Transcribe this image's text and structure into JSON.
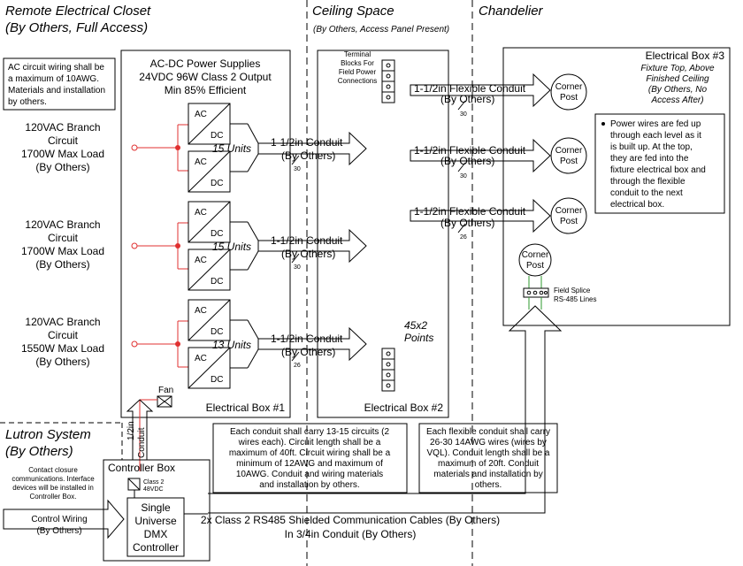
{
  "zones": {
    "remote": [
      "Remote Electrical Closet",
      "(By Others, Full Access)"
    ],
    "ceiling": "Ceiling Space",
    "ceiling_sub": "(By Others, Access Panel Present)",
    "chandelier": "Chandelier",
    "lutron": [
      "Lutron System",
      "(By Others)"
    ]
  },
  "note_ac": [
    "AC circuit wiring shall be",
    "a maximum of 10AWG.",
    "Materials and installation",
    "by others."
  ],
  "psu_title": [
    "AC-DC Power Supplies",
    "24VDC 96W Class 2 Output",
    "Min 85% Efficient"
  ],
  "psu": {
    "ac": "AC",
    "dc": "DC"
  },
  "branches": [
    {
      "lines": [
        "120VAC Branch",
        "Circuit",
        "1700W Max Load",
        "(By Others)"
      ],
      "units": "15 Units",
      "count": "30"
    },
    {
      "lines": [
        "120VAC Branch",
        "Circuit",
        "1700W Max Load",
        "(By Others)"
      ],
      "units": "15 Units",
      "count": "30"
    },
    {
      "lines": [
        "120VAC Branch",
        "Circuit",
        "1550W Max Load",
        "(By Others)"
      ],
      "units": "13 Units",
      "count": "26"
    }
  ],
  "conduit_label": [
    "1-1/2in Conduit",
    "(By Others)"
  ],
  "flex_label": [
    "1-1/2in Flexible Conduit",
    "(By Others)"
  ],
  "flex_counts": [
    "30",
    "30",
    "26"
  ],
  "fan": "Fan",
  "vertical_conduit": [
    "1/2in",
    "Conduit"
  ],
  "box1": "Electrical Box #1",
  "box2": "Electrical Box #2",
  "terminal_blocks": [
    "Terminal",
    "Blocks For",
    "Field Power",
    "Connections"
  ],
  "points": [
    "45x2",
    "Points"
  ],
  "box3": {
    "title": "Electrical Box #3",
    "sub": [
      "Fixture Top, Above",
      "Finished Ceiling",
      "(By Others, No",
      "Access After)"
    ]
  },
  "corner_post": [
    "Corner",
    "Post"
  ],
  "power_note": [
    "Power wires are fed up",
    "through each level as it",
    "is built up. At the top,",
    "they are fed into the",
    "fixture electrical box and",
    "through the flexible",
    "conduit to the next",
    "electrical box."
  ],
  "field_splice": [
    "Field Splice",
    "RS-485 Lines"
  ],
  "note_conduit": [
    "Each conduit shall carry 13-15 circuits (2",
    "wires each). Circuit length shall be a",
    "maximum of 40ft. Circuit wiring shall be a",
    "minimum of 12AWG and maximum of",
    "10AWG. Conduit and wiring materials",
    "and installation by others."
  ],
  "note_flex": [
    "Each flexible conduit shall carry",
    "26-30 14AWG wires (wires by",
    "VQL). Conduit length shall be a",
    "maximum of 20ft. Conduit",
    "materials and installation by",
    "others."
  ],
  "controller_box": "Controller Box",
  "class2": [
    "Class 2",
    "48VDC"
  ],
  "contact_note": [
    "Contact closure",
    "communications. Interface",
    "devices will be installed in",
    "Controller Box."
  ],
  "control_wiring": [
    "Control Wiring",
    "(By Others)"
  ],
  "dmx": [
    "Single",
    "Universe",
    "DMX",
    "Controller"
  ],
  "rs485": [
    "2x Class 2 RS485 Shielded Communication Cables (By Others)",
    "In 3/4in Conduit (By Others)"
  ],
  "colors": {
    "ac_wire": "#e03030",
    "rs485_wire": "#2e9a2e",
    "line": "#000000"
  }
}
